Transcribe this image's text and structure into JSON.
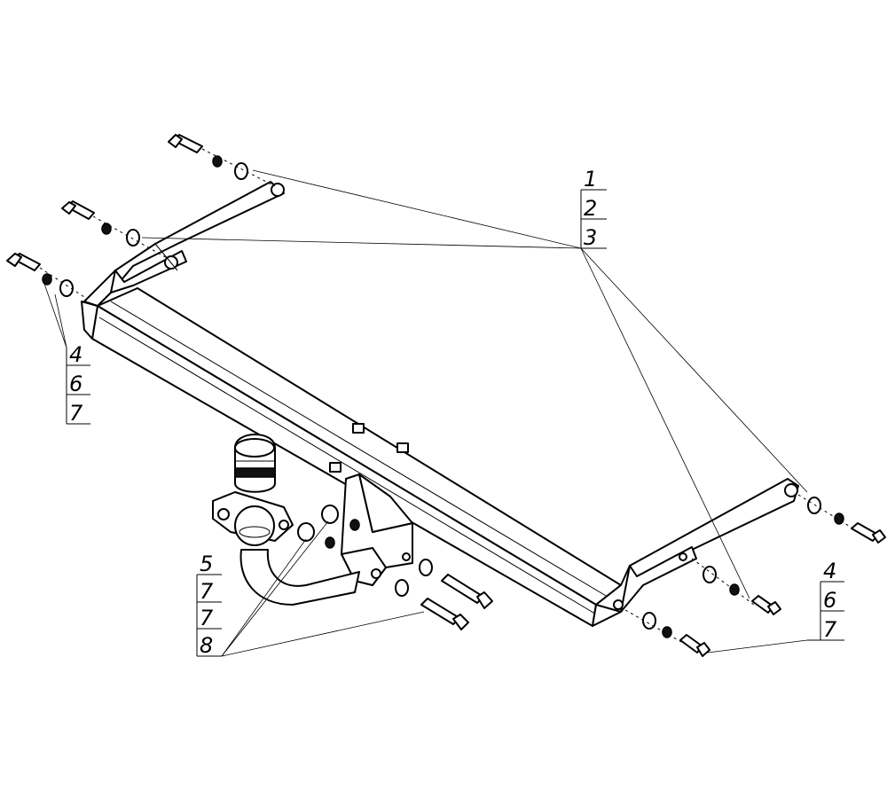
{
  "callouts": {
    "top_right": [
      "1",
      "2",
      "3"
    ],
    "left": [
      "4",
      "6",
      "7"
    ],
    "right": [
      "4",
      "6",
      "7"
    ],
    "bottom_left": [
      "5",
      "7",
      "7",
      "8"
    ]
  }
}
